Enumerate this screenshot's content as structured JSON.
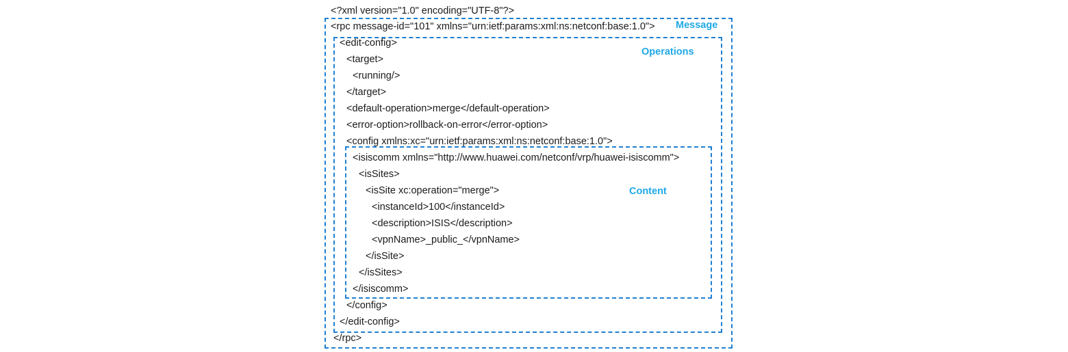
{
  "xml_lines": [
    {
      "text": "<?xml version=\"1.0\" encoding=\"UTF-8\"?>"
    },
    {
      "text": "<rpc message-id=\"101\" xmlns=\"urn:ietf:params:xml:ns:netconf:base:1.0\">"
    },
    {
      "text": "<edit-config>"
    },
    {
      "text": "<target>"
    },
    {
      "text": "<running/>"
    },
    {
      "text": "</target>"
    },
    {
      "text": "<default-operation>merge</default-operation>"
    },
    {
      "text": "<error-option>rollback-on-error</error-option>"
    },
    {
      "text": "<config xmlns:xc=\"urn:ietf:params:xml:ns:netconf:base:1.0\">"
    },
    {
      "text": "<isiscomm xmlns=\"http://www.huawei.com/netconf/vrp/huawei-isiscomm\">"
    },
    {
      "text": "<isSites>"
    },
    {
      "text": "<isSite xc:operation=\"merge\">"
    },
    {
      "text": "<instanceId>100</instanceId>"
    },
    {
      "text": "<description>ISIS</description>"
    },
    {
      "text": "<vpnName>_public_</vpnName>"
    },
    {
      "text": "</isSite>"
    },
    {
      "text": "</isSites>"
    },
    {
      "text": "</isiscomm>"
    },
    {
      "text": "</config>"
    },
    {
      "text": "</edit-config>"
    },
    {
      "text": "</rpc>"
    }
  ],
  "labels": {
    "message": "Message",
    "operations": "Operations",
    "content": "Content"
  },
  "colors": {
    "box_border": "#1f7fd1",
    "label": "#1fa8e6",
    "text": "#1a1a1a"
  }
}
